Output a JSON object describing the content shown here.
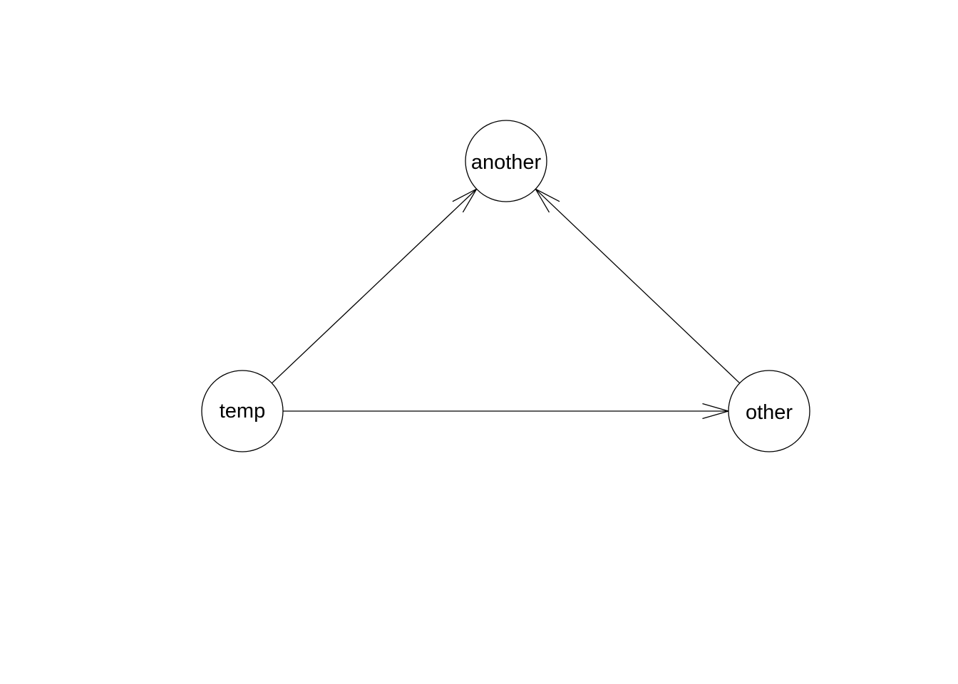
{
  "graph": {
    "nodes": [
      {
        "id": "another",
        "label": "another"
      },
      {
        "id": "temp",
        "label": "temp"
      },
      {
        "id": "other",
        "label": "other"
      }
    ],
    "edges": [
      {
        "from": "temp",
        "to": "another"
      },
      {
        "from": "temp",
        "to": "other"
      },
      {
        "from": "other",
        "to": "another"
      }
    ]
  }
}
